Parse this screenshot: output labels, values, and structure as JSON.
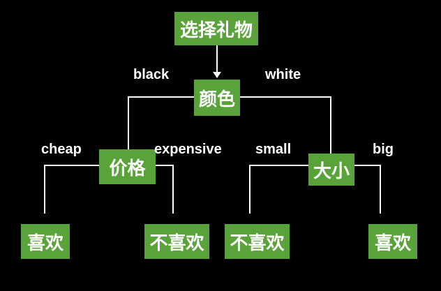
{
  "colors": {
    "background": "#000000",
    "node_fill": "#5aa33a",
    "line": "#ffffff",
    "text": "#ffffff"
  },
  "nodes": {
    "root": "选择礼物",
    "color": "颜色",
    "price": "价格",
    "size": "大小",
    "leaf_cheap": "喜欢",
    "leaf_expensive": "不喜欢",
    "leaf_small": "不喜欢",
    "leaf_big": "喜欢"
  },
  "edges": {
    "black": "black",
    "white": "white",
    "cheap": "cheap",
    "expensive": "expensive",
    "small": "small",
    "big": "big"
  }
}
